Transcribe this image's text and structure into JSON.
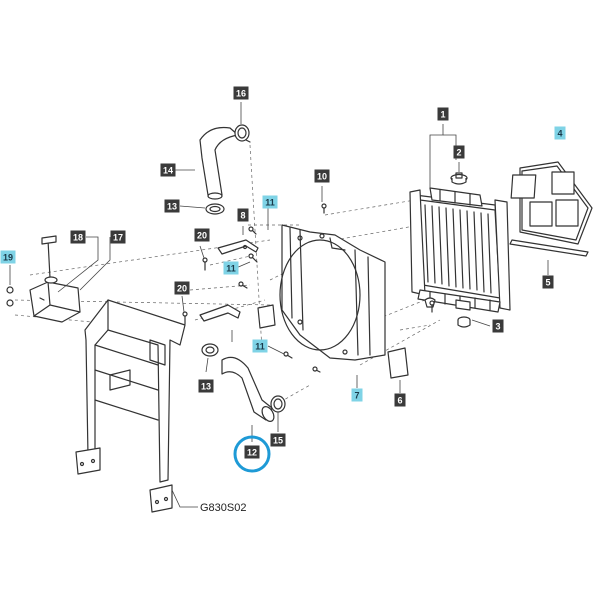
{
  "colors": {
    "callout_dark": "#3a3a3a",
    "callout_highlight": "#7fd3e6",
    "selection_ring": "#1e9ad6",
    "line": "#333333"
  },
  "reference_code": "G830S02",
  "callouts": [
    {
      "id": "c1",
      "label": "1",
      "highlight": false
    },
    {
      "id": "c2",
      "label": "2",
      "highlight": false
    },
    {
      "id": "c3",
      "label": "3",
      "highlight": false
    },
    {
      "id": "c4",
      "label": "4",
      "highlight": true
    },
    {
      "id": "c5",
      "label": "5",
      "highlight": false
    },
    {
      "id": "c6",
      "label": "6",
      "highlight": false
    },
    {
      "id": "c7",
      "label": "7",
      "highlight": true
    },
    {
      "id": "c8",
      "label": "8",
      "highlight": false
    },
    {
      "id": "c10",
      "label": "10",
      "highlight": false
    },
    {
      "id": "c11a",
      "label": "11",
      "highlight": true
    },
    {
      "id": "c11b",
      "label": "11",
      "highlight": true
    },
    {
      "id": "c11c",
      "label": "11",
      "highlight": true
    },
    {
      "id": "c12",
      "label": "12",
      "highlight": false,
      "selected": true
    },
    {
      "id": "c13a",
      "label": "13",
      "highlight": false
    },
    {
      "id": "c13b",
      "label": "13",
      "highlight": false
    },
    {
      "id": "c14",
      "label": "14",
      "highlight": false
    },
    {
      "id": "c15",
      "label": "15",
      "highlight": false
    },
    {
      "id": "c16",
      "label": "16",
      "highlight": false
    },
    {
      "id": "c17",
      "label": "17",
      "highlight": false
    },
    {
      "id": "c18",
      "label": "18",
      "highlight": false
    },
    {
      "id": "c19",
      "label": "19",
      "highlight": true
    },
    {
      "id": "c20a",
      "label": "20",
      "highlight": false
    },
    {
      "id": "c20b",
      "label": "20",
      "highlight": false
    }
  ]
}
